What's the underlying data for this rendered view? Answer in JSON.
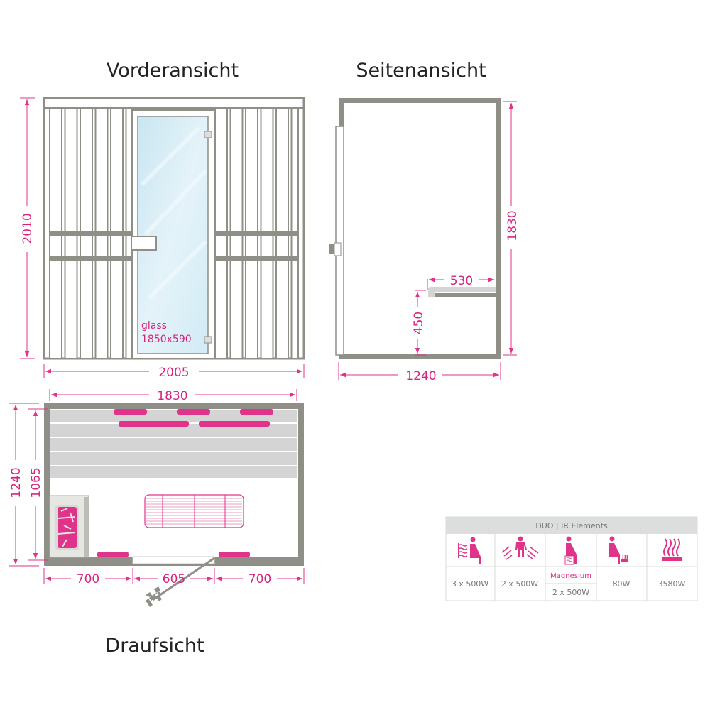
{
  "views": {
    "front_title": "Vorderansicht",
    "side_title": "Seitenansicht",
    "top_title": "Draufsicht"
  },
  "front": {
    "height_dim": "2010",
    "width_dim": "2005",
    "glass_label": "glass",
    "glass_size": "1850x590"
  },
  "side": {
    "height_dim": "1830",
    "bench_depth_dim": "530",
    "bench_height_dim": "450",
    "depth_dim": "1240"
  },
  "top": {
    "inner_width_dim": "1830",
    "outer_depth_dim": "1240",
    "inner_depth_dim": "1065",
    "left_dim": "700",
    "door_dim": "605",
    "right_dim": "700"
  },
  "colors": {
    "accent": "#e0338a",
    "wall": "#8f8f87",
    "bench": "#d4d4d4"
  },
  "table": {
    "header": "DUO  |  IR Elements",
    "columns": [
      {
        "icon": "seated-back-ir-icon",
        "value": "3 x 500W"
      },
      {
        "icon": "standing-side-ir-icon",
        "value": "2 x 500W"
      },
      {
        "icon": "seated-calf-ir-icon",
        "sublabel": "Magnesium",
        "value": "2 x 500W"
      },
      {
        "icon": "seated-foot-ir-icon",
        "value": "80W"
      },
      {
        "icon": "sauna-heater-icon",
        "value": "3580W"
      }
    ]
  }
}
